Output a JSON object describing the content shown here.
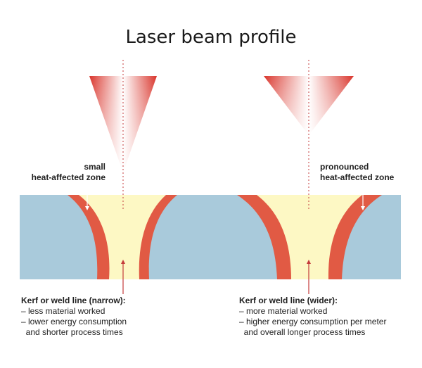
{
  "title": "Laser beam profile",
  "colors": {
    "material": "#a9cadb",
    "kerf": "#fdf8c4",
    "heat_zone": "#e15a44",
    "beam_edge": "#d9342b",
    "beam_center": "#ffffff",
    "axis": "#c43b3b",
    "text": "#222222"
  },
  "left": {
    "zone_label_line1": "small",
    "zone_label_line2": "heat-affected zone",
    "caption_title": "Kerf or weld line (narrow):",
    "caption_items": [
      "– less material worked",
      "– lower energy consumption",
      "  and shorter process times"
    ]
  },
  "right": {
    "zone_label_line1": "pronounced",
    "zone_label_line2": "heat-affected zone",
    "caption_title": "Kerf or weld line (wider):",
    "caption_items": [
      "– more material worked",
      "– higher energy consumption per meter",
      "  and overall longer process times"
    ]
  }
}
